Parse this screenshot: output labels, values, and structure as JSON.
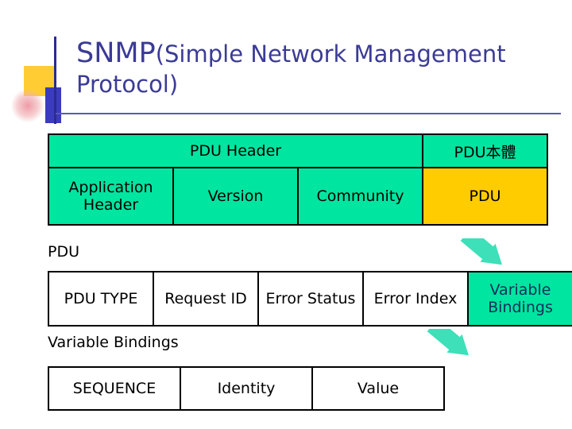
{
  "title": {
    "main": "SNMP",
    "paren": "(Simple Network Management Protocol)"
  },
  "tables": {
    "pdu_message": {
      "header_row": [
        {
          "text": "PDU Header",
          "style": "green",
          "colspan": 3
        },
        {
          "text": "PDU本體",
          "style": "green",
          "colspan": 1
        }
      ],
      "body_row": [
        {
          "text": "Application Header",
          "style": "green"
        },
        {
          "text": "Version",
          "style": "green"
        },
        {
          "text": "Community",
          "style": "green"
        },
        {
          "text": "PDU",
          "style": "gold"
        }
      ]
    },
    "pdu_fields": {
      "caption": "PDU",
      "cells": [
        {
          "text": "PDU TYPE",
          "style": "white"
        },
        {
          "text": "Request ID",
          "style": "white"
        },
        {
          "text": "Error Status",
          "style": "white"
        },
        {
          "text": "Error Index",
          "style": "white"
        },
        {
          "text": "Variable Bindings",
          "style": "green"
        }
      ]
    },
    "varbind_fields": {
      "caption": "Variable Bindings",
      "cells": [
        {
          "text": "SEQUENCE",
          "style": "white"
        },
        {
          "text": "Identity",
          "style": "white"
        },
        {
          "text": "Value",
          "style": "white"
        }
      ]
    }
  },
  "arrows": {
    "arrow1_name": "arrow-to-pdu-fields",
    "arrow2_name": "arrow-to-varbind",
    "color": "#3de0b8"
  },
  "colors": {
    "green": "#00e5a0",
    "gold": "#ffcc00",
    "title": "#3b3b96",
    "arrow": "#3de0b8"
  }
}
